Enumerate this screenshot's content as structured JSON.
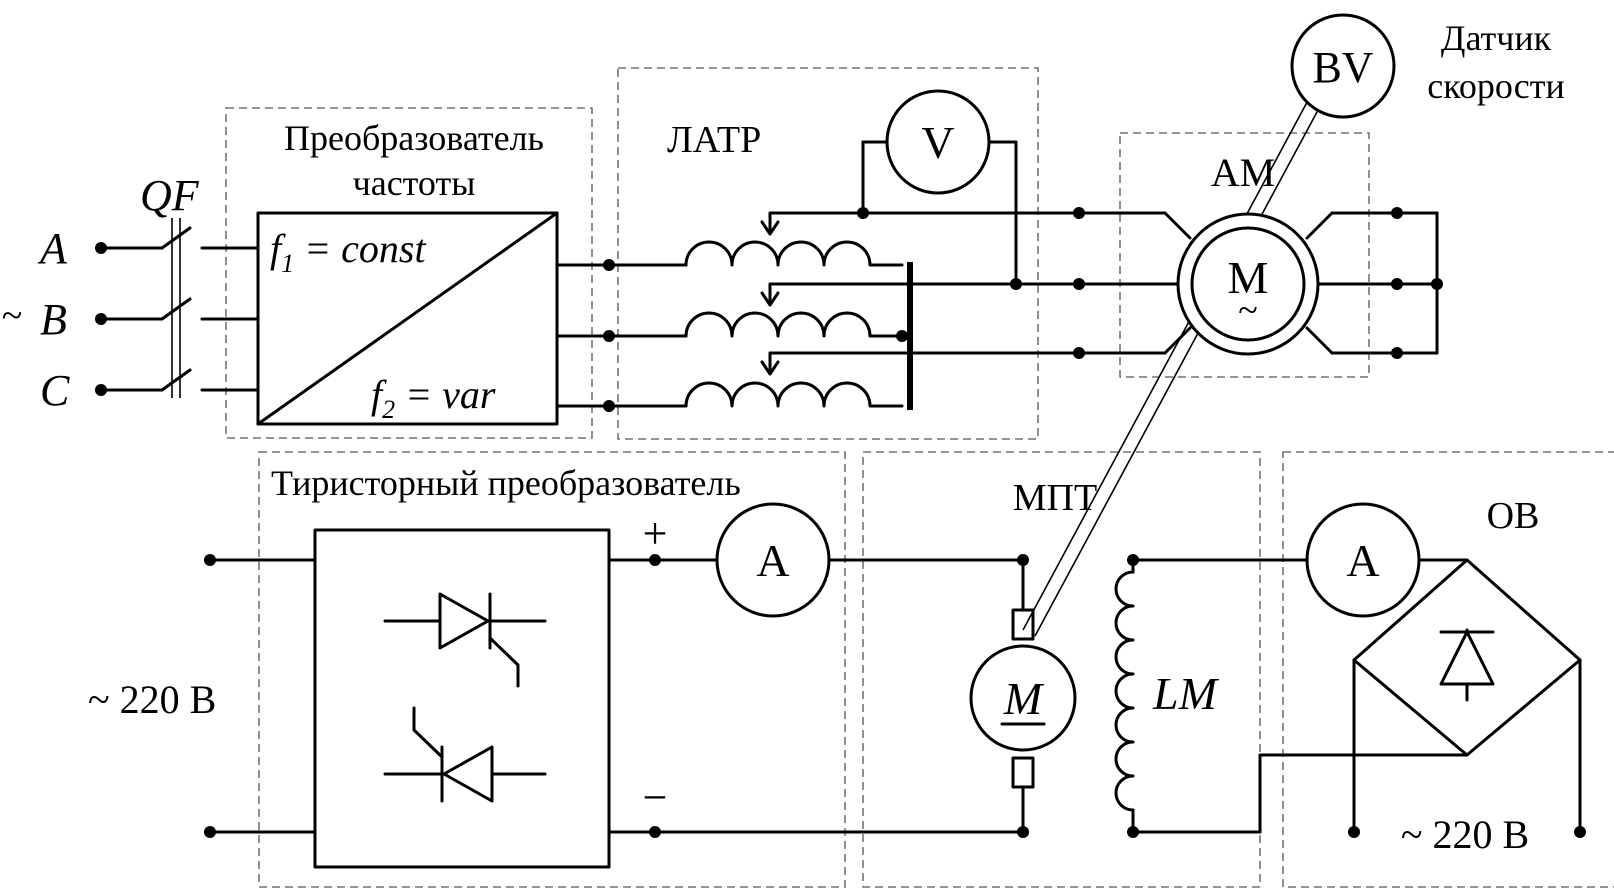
{
  "blocks": {
    "qf": "QF",
    "converter_line1": "Преобразователь",
    "converter_line2": "частоты",
    "f1_prefix": "f",
    "f1_sub": "1",
    "f1_suffix": " = const",
    "f2_prefix": "f",
    "f2_sub": "2",
    "f2_suffix": " = var",
    "latr": "ЛАТР",
    "am": "АМ",
    "speed_sensor_line1": "Датчик",
    "speed_sensor_line2": "скорости",
    "thyristor_converter": "Тиристорный преобразователь",
    "dc_motor": "МПТ",
    "excitation": "ОВ"
  },
  "terminals": {
    "phase_a": "A",
    "phase_b": "B",
    "phase_c": "C",
    "ac_tilde": "~",
    "supply_left": "~ 220 В",
    "supply_right": "~ 220 В",
    "plus": "+",
    "minus": "−"
  },
  "instruments": {
    "voltmeter": "V",
    "speed_sensor": "BV",
    "ammeter_armature": "A",
    "ammeter_field": "A"
  },
  "machines": {
    "induction_motor": "M",
    "induction_motor_symbol": "~",
    "dc_motor": "M",
    "field_winding": "LM"
  }
}
